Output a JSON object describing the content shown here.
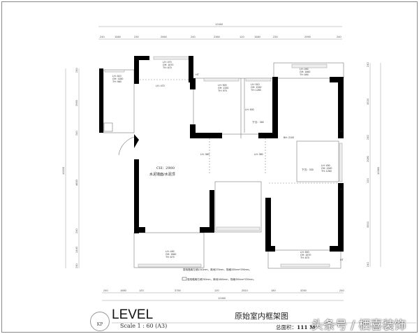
{
  "top_dims": {
    "total": "12460",
    "segments": [
      "240",
      "1560",
      "230",
      "2660",
      "240",
      "2360",
      "120",
      "1580",
      "230",
      "2990",
      "240"
    ]
  },
  "bottom_dims": {
    "total": "12460",
    "segments": [
      "240",
      "1680",
      "120",
      "3760",
      "120",
      "2810",
      "180",
      "3260",
      "240"
    ]
  },
  "left_dims": {
    "total": "10160",
    "segments": [
      "240",
      "2960",
      "240",
      "4800",
      "240",
      "1440",
      "240"
    ]
  },
  "right_dims": {
    "total": "10380",
    "segments": [
      "240",
      "3520",
      "240",
      "2080",
      "120",
      "3910",
      "240"
    ]
  },
  "rooms": {
    "top_mid_window": [
      "LH: 470",
      "GH: 1670",
      "TH: 670"
    ],
    "left_window": [
      "LH: 510",
      "GH: 1350",
      "TH: 960"
    ],
    "room2_window": [
      "LH: 500",
      "GH: 1330",
      "TH: 970"
    ],
    "room3_window": [
      "LH: 510",
      "GH: 1330",
      "TH: 1280"
    ],
    "right_top_window": [
      "LH: 490",
      "GH: 1660",
      "TH: 690"
    ],
    "right_mid_window": [
      "LH: 490",
      "GH: 1340",
      "TH: 1260"
    ],
    "bottom_left_window": [
      "LH: 490",
      "GH: 1660",
      "TH: 670"
    ],
    "bottom_right_window": [
      "LH: 500",
      "GH: 1670",
      "TH: 670"
    ],
    "lh_470": "LH: 470",
    "lh_500": "LH: 500",
    "lh_380_a": "LH: 380",
    "lh_380_b": "LH: 380",
    "beam_350": "下沉：350",
    "beam_330": "下沉：330",
    "bh_2100": "BH: 2100",
    "ceiling": "CH：2900",
    "finish": "水泥墙面/水泥顶",
    "ht": "HT"
  },
  "notes": [
    "弱电箱离左墙1310mm，离地370mm，规格330mm*290mm。",
    "强电箱离右墙760mm，离地1660mm，规格390mm*220mm。"
  ],
  "footer": {
    "kp": "KP",
    "level": "LEVEL",
    "scale": "Scale  1 : 60  (A3)",
    "title": "原始室内框架图",
    "area_label": "总面积：",
    "area_value": "111 M²",
    "watermark": "头条号 / 栖喜装饰"
  }
}
